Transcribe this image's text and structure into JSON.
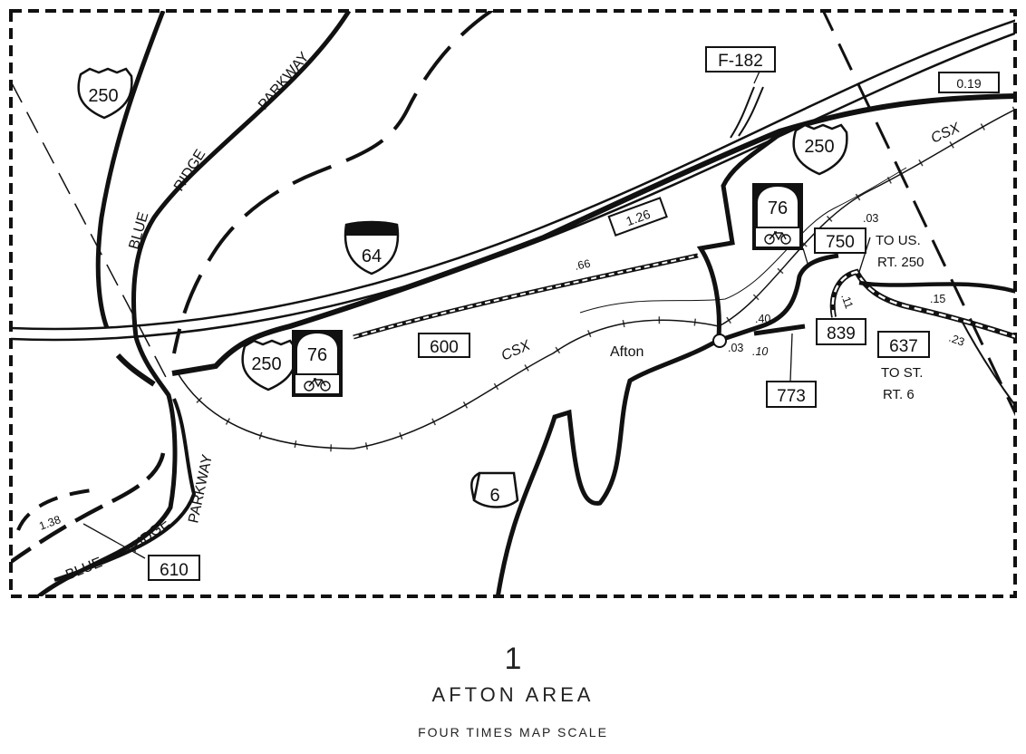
{
  "map": {
    "roads": {
      "us250_top": "250",
      "us250_mid": "250",
      "us250_bottom": "250",
      "i64": "64",
      "bike76_upper": "76",
      "bike76_lower": "76",
      "va6": "6",
      "rt600": "600",
      "rt610": "610",
      "rt637": "637",
      "rt750": "750",
      "rt773": "773",
      "rt839": "839",
      "f182": "F-182"
    },
    "road_labels": {
      "blue_ridge_upper": [
        "BLUE",
        "RIDGE",
        "PARKWAY"
      ],
      "blue_ridge_lower": [
        "BLUE",
        "RIDGE",
        "PARKWAY"
      ],
      "csx_left": "CSX",
      "csx_right": "CSX",
      "town": "Afton"
    },
    "distances": {
      "d019": "0.19",
      "d126": "1.26",
      "d066": ".66",
      "d138": "1.38",
      "d003a": ".03",
      "d003b": ".03",
      "d040": ".40",
      "d010": ".10",
      "d011": ".11",
      "d015": ".15",
      "d023": ".23"
    },
    "notes": {
      "to_us250": [
        "TO US.",
        "RT. 250"
      ],
      "to_st6": [
        "TO ST.",
        "RT. 6"
      ]
    }
  },
  "caption": {
    "number": "1",
    "title": "AFTON AREA",
    "subtitle": "FOUR TIMES MAP SCALE"
  }
}
